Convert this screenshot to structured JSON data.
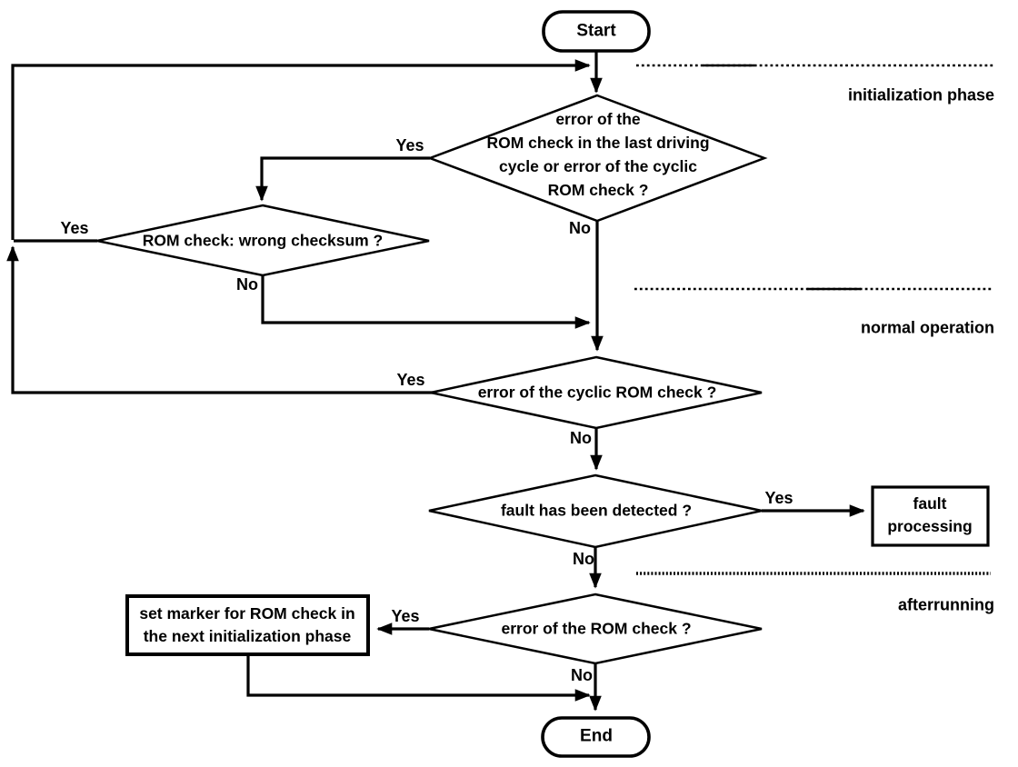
{
  "flowchart": {
    "title_hint": "ROM check flow diagram",
    "terminals": {
      "start": {
        "label": "Start"
      },
      "end": {
        "label": "End"
      }
    },
    "decisions": {
      "init_rom_check": {
        "lines": [
          "error of the",
          "ROM check in the last driving",
          "cycle or error of the cyclic",
          "ROM check ?"
        ]
      },
      "wrong_checksum": {
        "label": "ROM check: wrong checksum ?"
      },
      "cyclic_rom_check": {
        "label": "error of the cyclic ROM check ?"
      },
      "fault_detected": {
        "label": "fault has been detected ?"
      },
      "rom_check": {
        "label": "error of the ROM check ?"
      }
    },
    "processes": {
      "fault_processing": {
        "lines": [
          "fault",
          "processing"
        ]
      },
      "set_marker": {
        "lines": [
          "set marker for ROM check in",
          "the next initialization phase"
        ]
      }
    },
    "branch_labels": {
      "yes": "Yes",
      "no": "No"
    },
    "phases": {
      "initialization": "initialization phase",
      "normal": "normal operation",
      "afterrunning": "afterrunning"
    },
    "colors": {
      "ink": "#000000",
      "background": "#ffffff"
    }
  }
}
